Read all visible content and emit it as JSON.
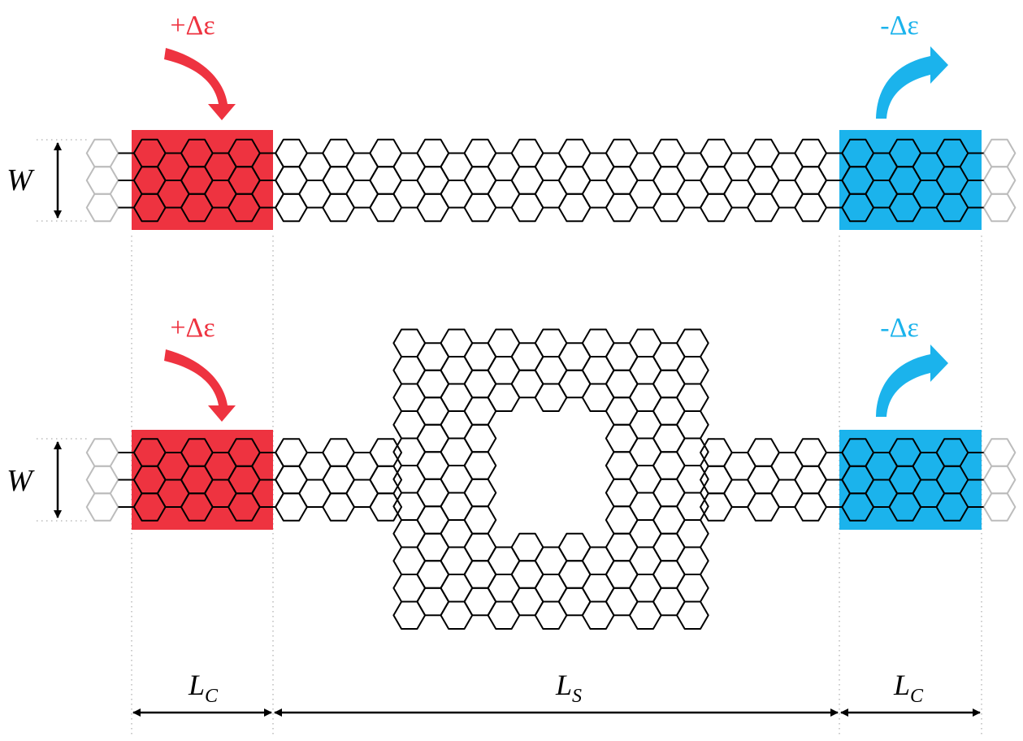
{
  "colors": {
    "left_contact": "#EE3340",
    "right_contact": "#1BB3EC",
    "lattice_stroke": "#000000",
    "lead_stroke": "#bcbcbc",
    "guide_dots": "#999999",
    "background": "#ffffff"
  },
  "panels": [
    {
      "id": "ribbon",
      "left_voltage_label": "+Δε",
      "right_voltage_label": "-Δε",
      "width_label": "W"
    },
    {
      "id": "ring",
      "left_voltage_label": "+Δε",
      "right_voltage_label": "-Δε",
      "width_label": "W"
    }
  ],
  "dimensions": {
    "left_contact": {
      "main": "L",
      "sub": "C"
    },
    "scattering": {
      "main": "L",
      "sub": "S"
    },
    "right_contact": {
      "main": "L",
      "sub": "C"
    }
  },
  "icons": {
    "in_arrow": "curved-arrow-down-icon",
    "out_arrow": "curved-arrow-up-right-icon",
    "width_arrow": "double-arrow-vertical-icon",
    "length_arrow": "double-arrow-horizontal-icon"
  }
}
